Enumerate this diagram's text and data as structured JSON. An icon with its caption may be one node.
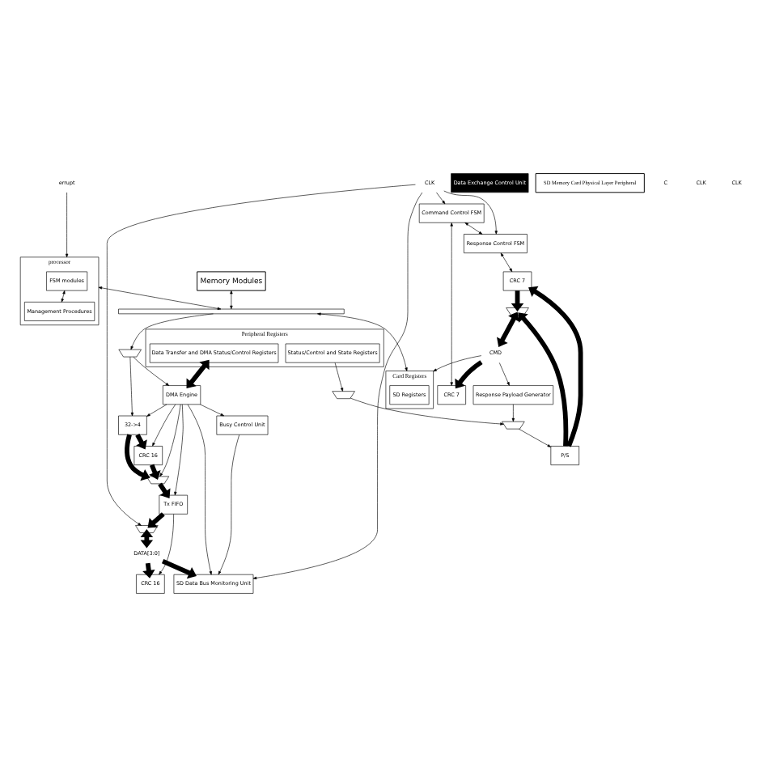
{
  "diagram": {
    "nodes": [
      {
        "text": [
          "processor"
        ]
      },
      {
        "text": [
          "FSM modules"
        ],
        "in": 0
      },
      {
        "text": [
          "Management Procedures"
        ],
        "in": 0
      },
      {
        "text": [
          "Memory Modules"
        ]
      },
      {
        "text": [
          "errupt"
        ]
      },
      {
        "text": [],
        "shape": "bar"
      },
      {
        "text": [
          "Card Registers"
        ]
      },
      {
        "text": [
          "SD Registers"
        ],
        "in": 6
      },
      {
        "text": [
          "Peripheral Registers"
        ]
      },
      {
        "text": [
          "Status/Control and State Registers"
        ],
        "in": 8
      },
      {
        "text": [
          "Data Transfer and DMA Status/Control Registers"
        ],
        "in": 8
      },
      {
        "text": [
          "DMA Engine"
        ]
      },
      {
        "text": [
          "32->4"
        ]
      },
      {
        "text": [
          "CRC 16"
        ]
      },
      {
        "text": [
          "Busy Control Unit"
        ]
      },
      {
        "text": [
          "Response Payload Generator"
        ]
      },
      {
        "text": [],
        "shape": "trapezium"
      },
      {
        "text": [],
        "shape": "trapezium"
      },
      {
        "text": [
          "P/S"
        ]
      },
      {
        "text": [
          "Command Control FSM"
        ]
      },
      {
        "text": [
          "Response Control FSM"
        ]
      },
      {
        "text": [
          "CRC 7"
        ]
      },
      {
        "text": [
          "CRC 7"
        ]
      },
      {
        "text": [],
        "shape": "trapezium"
      },
      {
        "text": [
          "SD Data Bus Monitoring Unit"
        ]
      },
      {
        "text": [
          "Tx FIFO"
        ]
      },
      {
        "text": [
          "CRC 16"
        ]
      },
      {
        "text": [],
        "shape": "trapezium"
      },
      {
        "text": [],
        "shape": "trapezium"
      },
      {
        "text": [],
        "shape": "trapezium"
      },
      {
        "text": [
          "Data Exchange Control Unit"
        ]
      },
      {
        "text": [
          "SD Memory Card Physical Layer Peripheral"
        ]
      },
      {
        "text": [
          "CMD"
        ]
      },
      {
        "text": [
          "CLK"
        ]
      },
      {
        "text": [
          "DATA[3:0]"
        ]
      }
    ],
    "edges": [
      {
        "from": 4,
        "to": 0,
        "arrow": "to"
      },
      {
        "from": 1,
        "to": 2,
        "arrow": "both"
      },
      {
        "from": 0,
        "to": 5,
        "arrow": "both"
      },
      {
        "from": 3,
        "to": 5,
        "arrow": "both"
      },
      {
        "from": 5,
        "to": 6,
        "arrow": "both"
      },
      {
        "from": 5,
        "to": 28,
        "arrow": "to"
      },
      {
        "from": 10,
        "to": 11,
        "arrow": "both",
        "style": "thick"
      },
      {
        "from": 28,
        "to": 11,
        "arrow": "to"
      },
      {
        "from": 28,
        "to": 12,
        "arrow": "to"
      },
      {
        "from": 11,
        "to": 12,
        "arrow": "to"
      },
      {
        "from": 11,
        "to": 14,
        "arrow": "to"
      },
      {
        "from": 11,
        "to": 13,
        "arrow": "to"
      },
      {
        "from": 12,
        "to": 13,
        "arrow": "to",
        "style": "thick"
      },
      {
        "from": 12,
        "to": 29,
        "arrow": "to",
        "style": "thick"
      },
      {
        "from": 13,
        "to": 29,
        "arrow": "to",
        "style": "thick"
      },
      {
        "from": 11,
        "to": 29,
        "arrow": "to"
      },
      {
        "from": 29,
        "to": 25,
        "arrow": "to",
        "style": "thick"
      },
      {
        "from": 11,
        "to": 25,
        "arrow": "to"
      },
      {
        "from": 11,
        "to": 24,
        "arrow": "to"
      },
      {
        "from": 14,
        "to": 24,
        "arrow": "to"
      },
      {
        "from": 25,
        "to": 27,
        "arrow": "to",
        "style": "thick"
      },
      {
        "from": 25,
        "to": 26,
        "arrow": "to"
      },
      {
        "from": 27,
        "to": 34,
        "arrow": "both",
        "style": "thick"
      },
      {
        "from": 34,
        "to": 26,
        "arrow": "to",
        "style": "thick"
      },
      {
        "from": 34,
        "to": 24,
        "arrow": "to",
        "style": "thick"
      },
      {
        "from": 9,
        "to": 16,
        "arrow": "to"
      },
      {
        "from": 16,
        "to": 17,
        "arrow": "to"
      },
      {
        "from": 15,
        "to": 17,
        "arrow": "to"
      },
      {
        "from": 17,
        "to": 18,
        "arrow": "to"
      },
      {
        "from": 18,
        "to": 21,
        "arrow": "to",
        "style": "thick"
      },
      {
        "from": 18,
        "to": 23,
        "arrow": "to",
        "style": "thick"
      },
      {
        "from": 21,
        "to": 23,
        "arrow": "to",
        "style": "thick"
      },
      {
        "from": 23,
        "to": 32,
        "arrow": "both",
        "style": "thick"
      },
      {
        "from": 19,
        "to": 20,
        "arrow": "both"
      },
      {
        "from": 20,
        "to": 21,
        "arrow": "both"
      },
      {
        "from": 19,
        "to": 22,
        "arrow": "both"
      },
      {
        "from": 32,
        "to": 22,
        "arrow": "to",
        "style": "thick"
      },
      {
        "from": 32,
        "to": 15,
        "arrow": "to"
      },
      {
        "from": 32,
        "to": 6,
        "arrow": "to"
      },
      {
        "from": 33,
        "to": 20,
        "arrow": "to"
      },
      {
        "from": 33,
        "to": 19,
        "arrow": "to"
      },
      {
        "from": 33,
        "to": 24,
        "arrow": "to"
      },
      {
        "from": 33,
        "to": 27,
        "arrow": "to"
      }
    ],
    "labels": [
      "C",
      "CLK",
      "CLK"
    ]
  }
}
